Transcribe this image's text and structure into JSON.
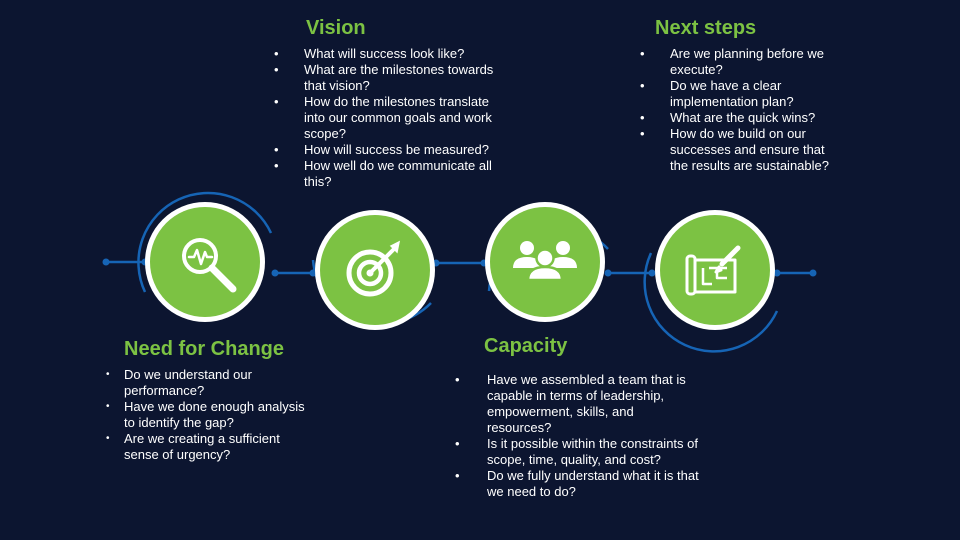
{
  "theme": {
    "background": "#0c1530",
    "accent": "#7cc243",
    "ring": "#1664b5",
    "text": "#ffffff"
  },
  "stages": [
    {
      "title": "Need for Change",
      "icon": "magnifier-pulse-icon",
      "bullets": [
        "Do we understand our performance?",
        "Have we done enough analysis to identify the gap?",
        "Are we creating a sufficient sense of urgency?"
      ]
    },
    {
      "title": "Vision",
      "icon": "target-arrow-icon",
      "bullets": [
        "What will success look like?",
        "What are the milestones towards that vision?",
        "How do the milestones translate into our common goals and work scope?",
        "How will success be measured?",
        "How well do we communicate all this?"
      ]
    },
    {
      "title": "Capacity",
      "icon": "team-people-icon",
      "bullets": [
        "Have we assembled a team that is capable in terms of leadership, empowerment, skills, and resources?",
        "Is it possible within the constraints of scope, time, quality, and cost?",
        "Do we fully understand what it is that we need to do?"
      ]
    },
    {
      "title": "Next steps",
      "icon": "blueprint-pencil-icon",
      "bullets": [
        "Are we planning before we execute?",
        "Do we have a clear implementation plan?",
        "What are the quick wins?",
        "How do we build on our successes and ensure that the results are sustainable?"
      ]
    }
  ]
}
